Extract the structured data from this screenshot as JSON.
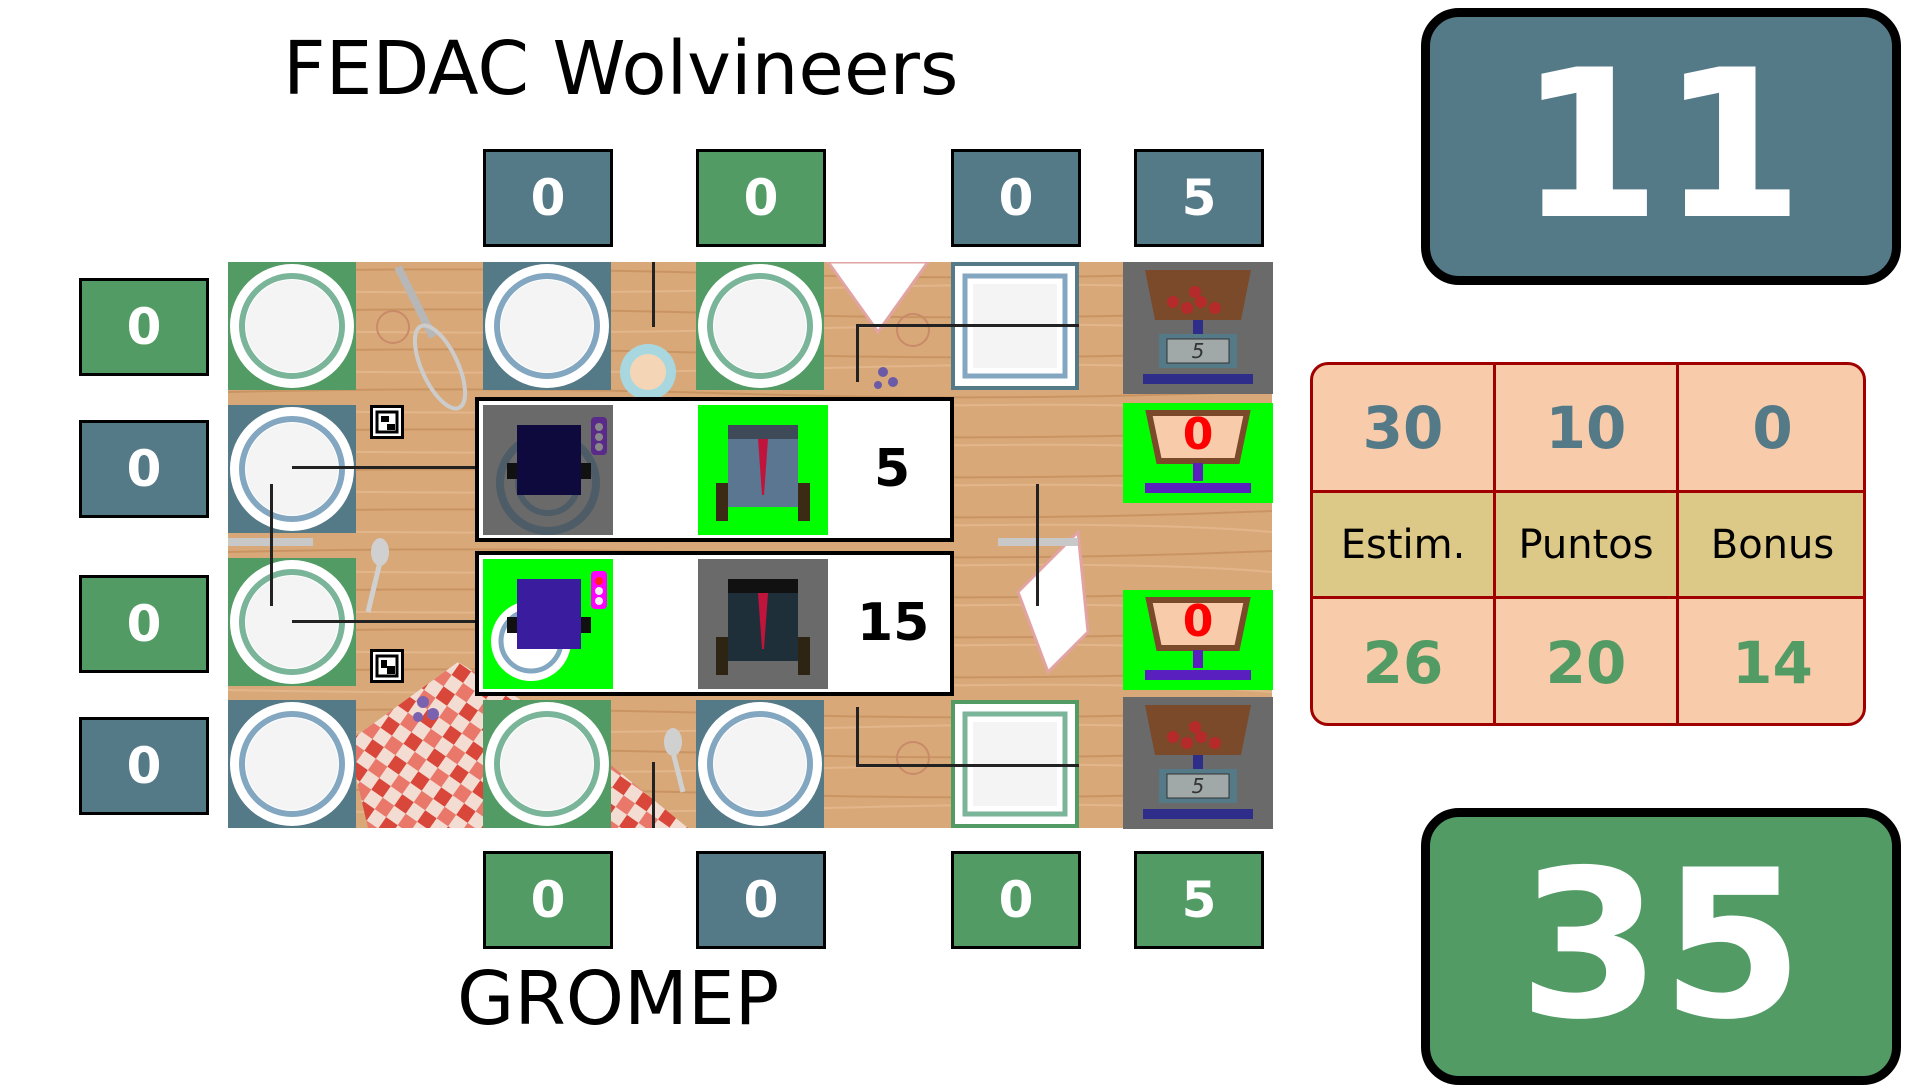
{
  "teams": {
    "top_name": "FEDAC Wolvineers",
    "bottom_name": "GROMEP"
  },
  "colors": {
    "blue_team": "#547987",
    "green_team": "#529b65",
    "stats_bg": "#f8cbaa",
    "stats_label_bg": "#dcc987",
    "stats_border": "#a00000",
    "field_wood": "#d8a877",
    "bright_green": "#00ff00",
    "zero_red": "#ff0000"
  },
  "top_row_scores": [
    "0",
    "0",
    "0",
    "5"
  ],
  "bottom_row_scores": [
    "0",
    "0",
    "0",
    "5"
  ],
  "left_column_scores": [
    "0",
    "0",
    "0",
    "0"
  ],
  "big_scores": {
    "top": "11",
    "bottom": "35"
  },
  "robots": {
    "upper_value": "5",
    "lower_value": "15"
  },
  "scale_counters": {
    "upper": "0",
    "lower": "0",
    "upper_display": "5",
    "lower_display": "5"
  },
  "stats": {
    "top_values": [
      "30",
      "10",
      "0"
    ],
    "labels": [
      "Estim.",
      "Puntos",
      "Bonus"
    ],
    "bottom_values": [
      "26",
      "20",
      "14"
    ]
  },
  "icons": {
    "plate": "plate-icon",
    "square_plate": "square-plate-icon",
    "robot": "robot-icon",
    "scale": "scale-icon",
    "marker": "fiducial-marker-icon"
  }
}
